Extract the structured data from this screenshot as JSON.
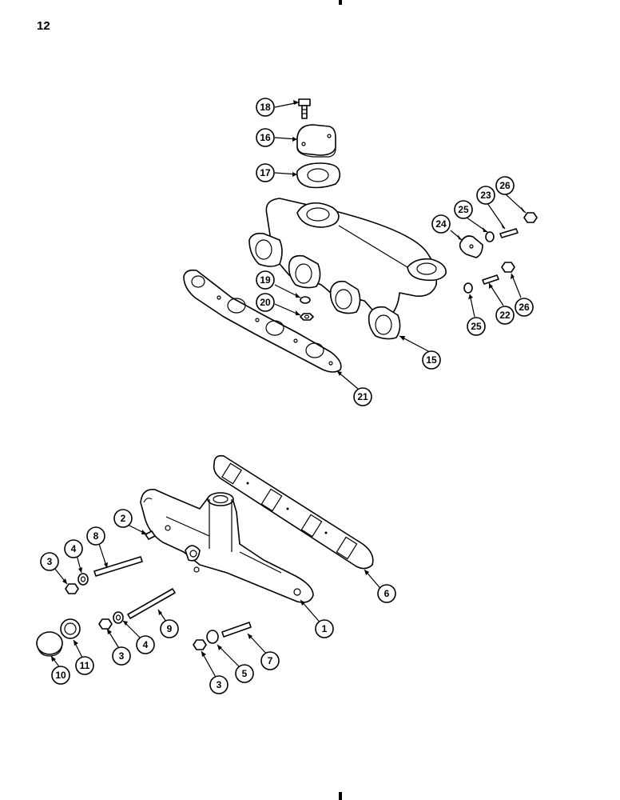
{
  "page": {
    "number": "12"
  },
  "callouts": [
    {
      "id": "c18",
      "label": "18"
    },
    {
      "id": "c16",
      "label": "16"
    },
    {
      "id": "c17",
      "label": "17"
    },
    {
      "id": "c26a",
      "label": "26"
    },
    {
      "id": "c23",
      "label": "23"
    },
    {
      "id": "c25a",
      "label": "25"
    },
    {
      "id": "c24",
      "label": "24"
    },
    {
      "id": "c19",
      "label": "19"
    },
    {
      "id": "c20",
      "label": "20"
    },
    {
      "id": "c25b",
      "label": "25"
    },
    {
      "id": "c22",
      "label": "22"
    },
    {
      "id": "c26b",
      "label": "26"
    },
    {
      "id": "c15",
      "label": "15"
    },
    {
      "id": "c21",
      "label": "21"
    },
    {
      "id": "c2",
      "label": "2"
    },
    {
      "id": "c8",
      "label": "8"
    },
    {
      "id": "c4a",
      "label": "4"
    },
    {
      "id": "c3a",
      "label": "3"
    },
    {
      "id": "c6",
      "label": "6"
    },
    {
      "id": "c9",
      "label": "9"
    },
    {
      "id": "c1",
      "label": "1"
    },
    {
      "id": "c4b",
      "label": "4"
    },
    {
      "id": "c3b",
      "label": "3"
    },
    {
      "id": "c7",
      "label": "7"
    },
    {
      "id": "c5",
      "label": "5"
    },
    {
      "id": "c3c",
      "label": "3"
    },
    {
      "id": "c10",
      "label": "10"
    },
    {
      "id": "c11",
      "label": "11"
    }
  ]
}
